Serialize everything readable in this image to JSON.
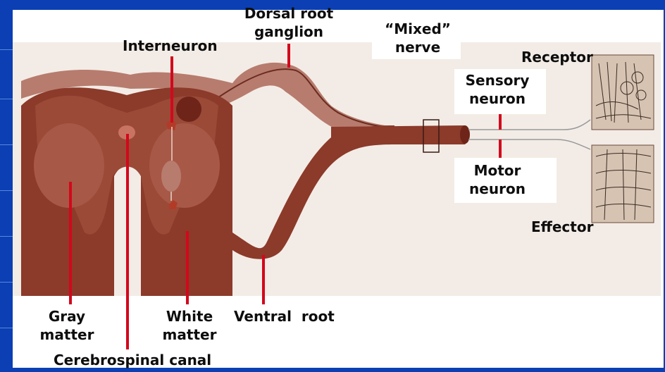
{
  "labels": {
    "dorsal_root_ganglion": [
      "Dorsal root",
      "ganglion"
    ],
    "interneuron": "Interneuron",
    "mixed_nerve": [
      "“Mixed”",
      "nerve"
    ],
    "receptor": "Receptor",
    "sensory_neuron": [
      "Sensory",
      "neuron"
    ],
    "motor_neuron": [
      "Motor",
      "neuron"
    ],
    "effector": "Effector",
    "gray_matter": [
      "Gray",
      "matter"
    ],
    "white_matter": [
      "White",
      "matter"
    ],
    "ventral_root": "Ventral  root",
    "cerebrospinal_canal": "Cerebrospinal canal"
  },
  "colors": {
    "background_frame": "#0b3fb3",
    "panel": "#ffffff",
    "white_matter": "#8c3a2a",
    "gray_matter": "#9b4a38",
    "pale_tissue": "#b77c6e",
    "pointer": "#d3081c"
  }
}
